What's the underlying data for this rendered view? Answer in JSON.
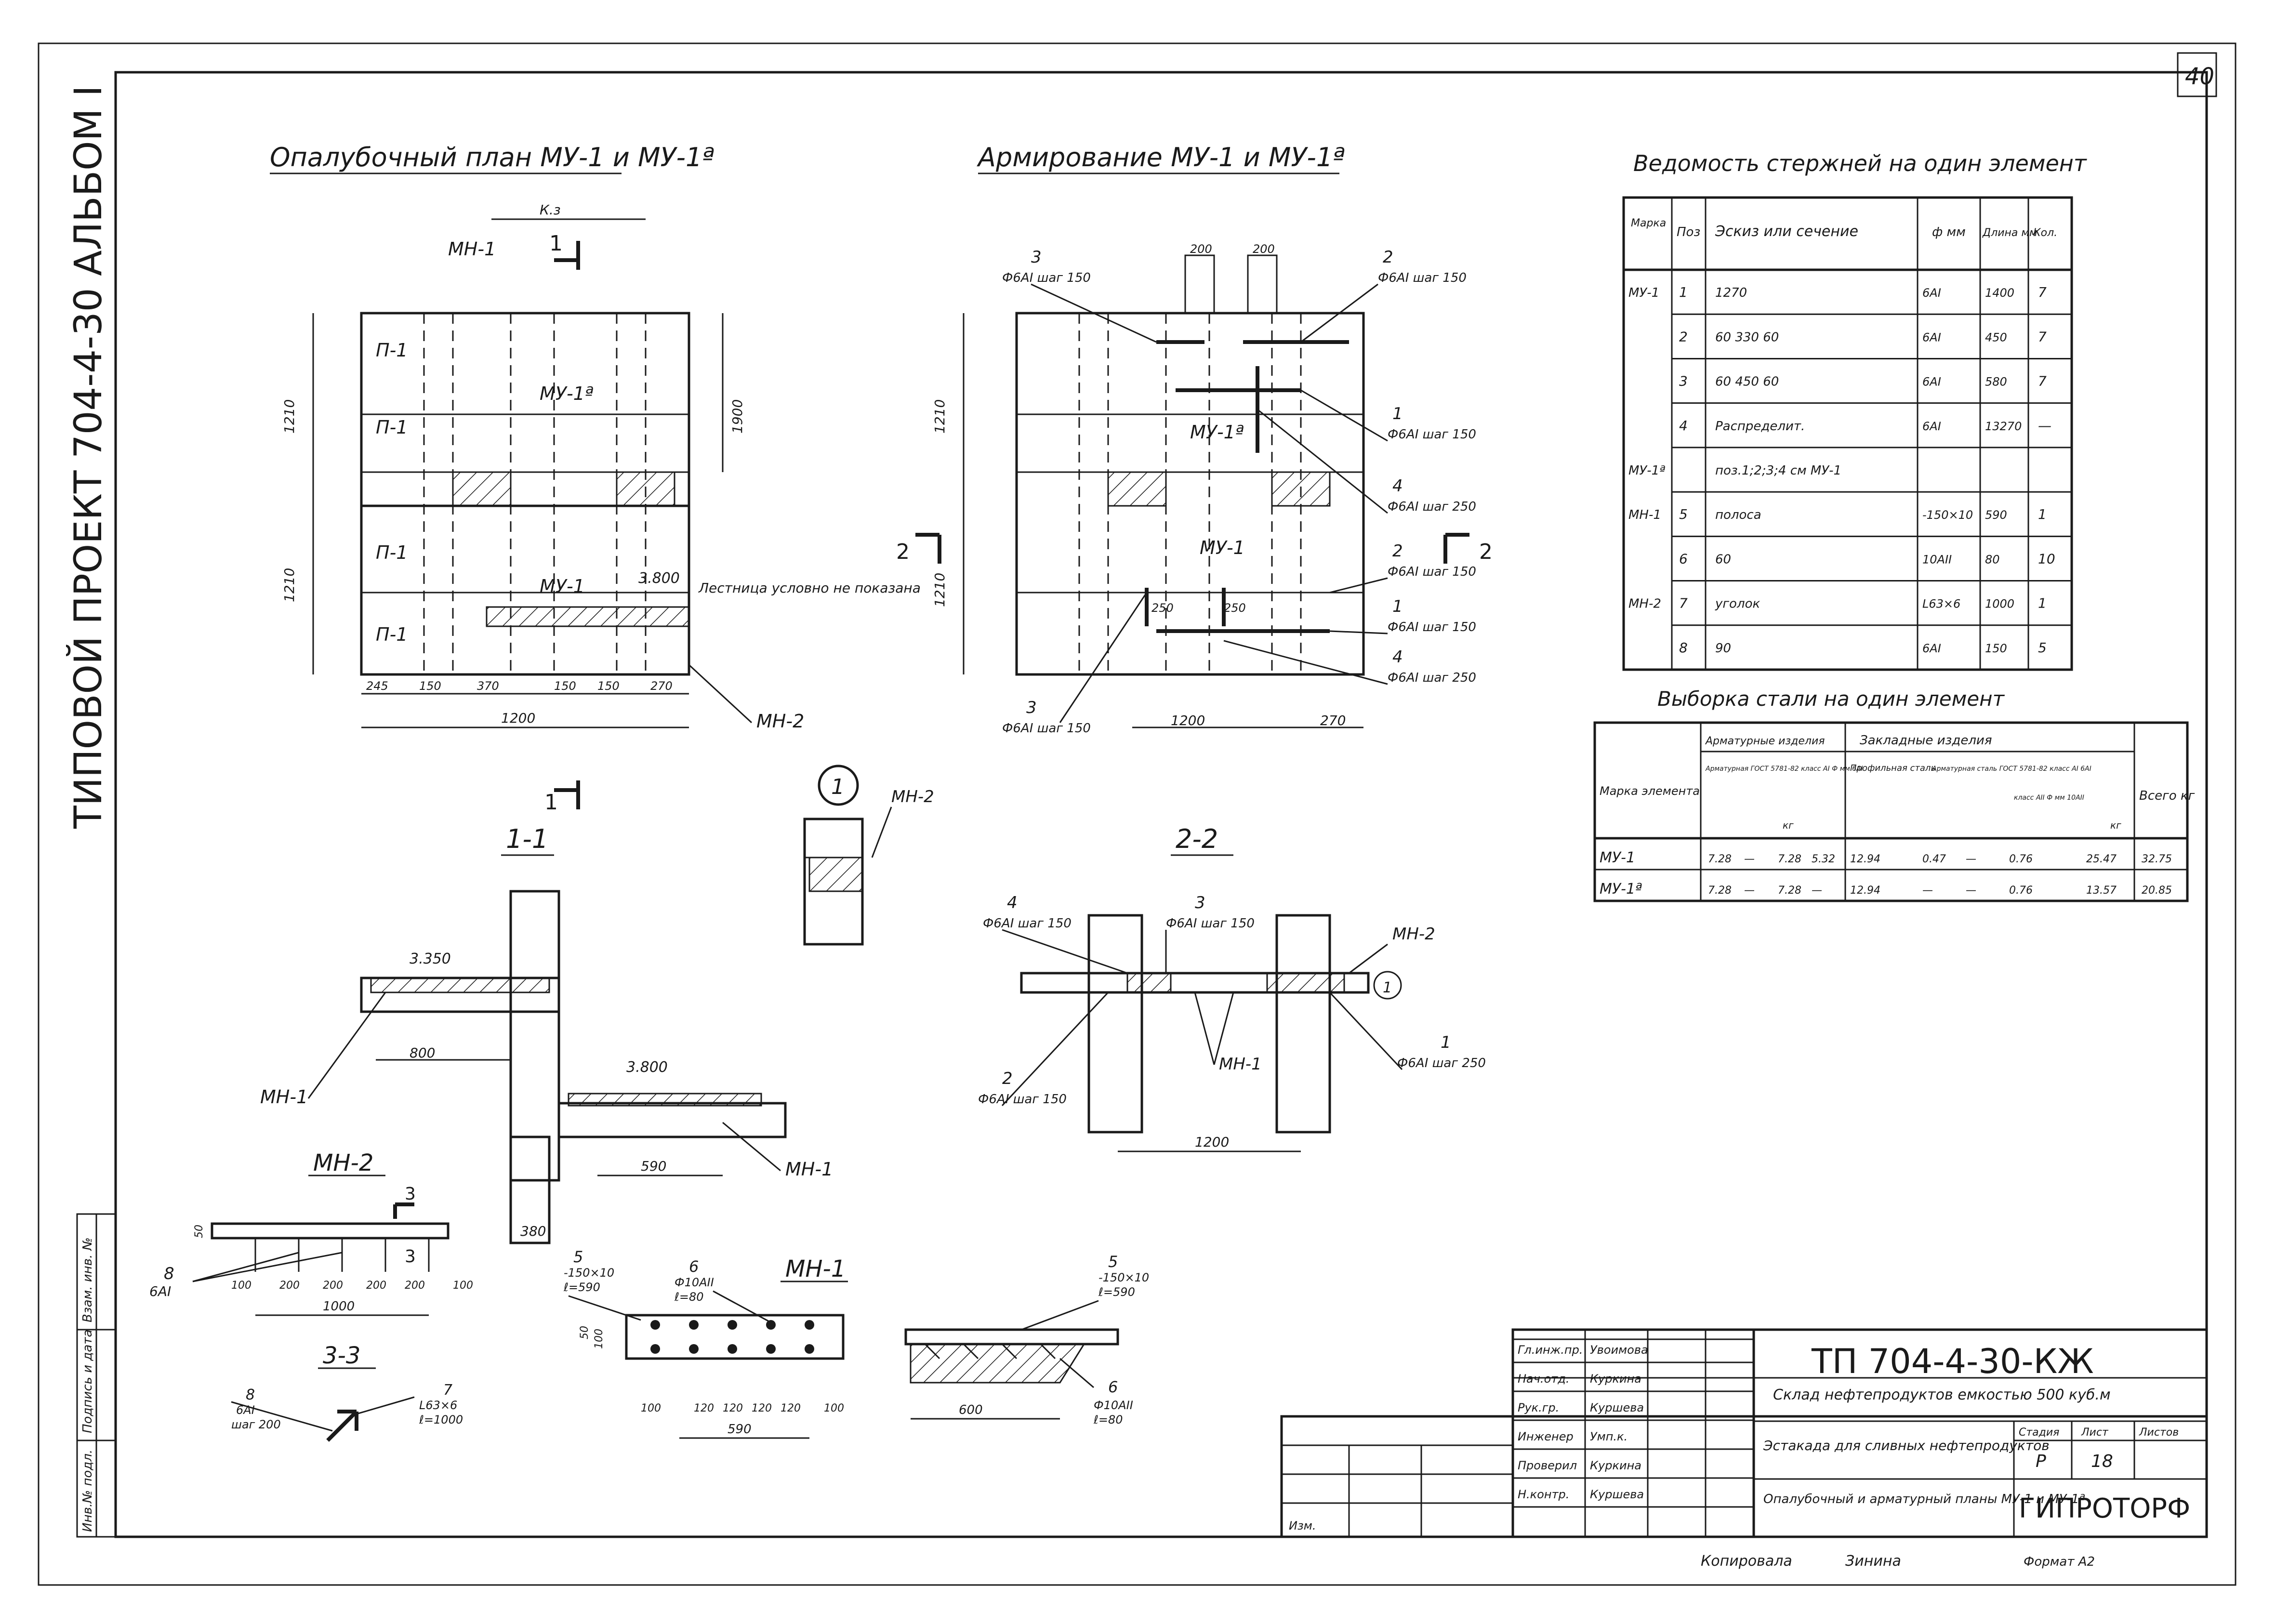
{
  "page_number": "40",
  "side_label": "ТИПОВОЙ ПРОЕКТ 704-4-30 АЛЬБОМ I",
  "side_stamp": [
    "Инв.№ подл.",
    "Подпись и дата",
    "Взам. инв. №"
  ],
  "views": {
    "formwork": {
      "title": "Опалубочный план МУ-1 и МУ-1ª",
      "labels": [
        "МН-1",
        "П-1",
        "П-1",
        "П-1",
        "П-1",
        "МУ-1ª",
        "МУ-1",
        "3.800",
        "Лестница условно не показана",
        "МН-2",
        "1",
        "1",
        "1210",
        "1210",
        "1900"
      ],
      "dims": [
        "245",
        "150",
        "370",
        "150",
        "150",
        "270",
        "1200",
        "К.з"
      ]
    },
    "rebar": {
      "title": "Армирование МУ-1 и МУ-1ª",
      "labels": [
        "3",
        "Ф6АI шаг 150",
        "2",
        "Ф6АI шаг 150",
        "1",
        "Ф6АI шаг 150",
        "4",
        "Ф6АI шаг 250",
        "2",
        "Ф6АI шаг 150",
        "1",
        "Ф6АI шаг 150",
        "4",
        "Ф6АI шаг 250",
        "3",
        "Ф6АI шаг 150",
        "МУ-1ª",
        "МУ-1",
        "2",
        "2"
      ],
      "dims": [
        "200",
        "200",
        "250",
        "250",
        "1200",
        "270",
        "1210",
        "1210"
      ]
    },
    "section_1_1": {
      "title": "1-1",
      "labels": [
        "3.350",
        "3.800",
        "МН-1",
        "МН-1"
      ],
      "dims": [
        "800",
        "590",
        "380"
      ]
    },
    "node_1": {
      "title": "1",
      "labels": [
        "МН-2"
      ]
    },
    "section_2_2": {
      "title": "2-2",
      "labels": [
        "4",
        "Ф6АI шаг 150",
        "3",
        "Ф6АI шаг 150",
        "МН-2",
        "2",
        "Ф6АI шаг 150",
        "МН-1",
        "1",
        "Ф6АI шаг 250",
        "1"
      ],
      "dims": [
        "1200"
      ]
    },
    "mn2": {
      "title": "МН-2",
      "labels": [
        "8",
        "6АI",
        "3",
        "3"
      ],
      "dims": [
        "100",
        "200",
        "200",
        "200",
        "200",
        "100",
        "1000",
        "50"
      ]
    },
    "mn1": {
      "title": "МН-1",
      "labels": [
        "5",
        "-150×10",
        "ℓ=590",
        "6",
        "Ф10АII",
        "ℓ=80"
      ],
      "dims": [
        "100",
        "120",
        "120",
        "120",
        "120",
        "100",
        "590",
        "50",
        "100"
      ]
    },
    "mn1_side": {
      "labels": [
        "5",
        "-150×10",
        "ℓ=590",
        "6",
        "Ф10АII",
        "ℓ=80"
      ],
      "dims": [
        "600"
      ]
    },
    "section_3_3": {
      "title": "3-3",
      "labels": [
        "8",
        "6АI",
        "шаг 200",
        "7",
        "L63×6",
        "ℓ=1000"
      ]
    }
  },
  "bars_table": {
    "title": "Ведомость стержней на один элемент",
    "headers": [
      "Марка",
      "Поз",
      "Эскиз или сечение",
      "ф мм",
      "Длина мм",
      "Кол."
    ],
    "rows": [
      [
        "МУ-1",
        "1",
        "1270",
        "6АI",
        "1400",
        "7"
      ],
      [
        "",
        "2",
        "60 330 60",
        "6АI",
        "450",
        "7"
      ],
      [
        "",
        "3",
        "60 450 60",
        "6АI",
        "580",
        "7"
      ],
      [
        "",
        "4",
        "Распределит.",
        "6АI",
        "13270",
        "—"
      ],
      [
        "МУ-1ª",
        "",
        "поз.1;2;3;4 см МУ-1",
        "",
        "",
        ""
      ],
      [
        "МН-1",
        "5",
        "полоса",
        "-150×10",
        "590",
        "1"
      ],
      [
        "",
        "6",
        "60",
        "10АII",
        "80",
        "10"
      ],
      [
        "МН-2",
        "7",
        "уголок",
        "L63×6",
        "1000",
        "1"
      ],
      [
        "",
        "8",
        "90",
        "6АI",
        "150",
        "5"
      ]
    ]
  },
  "steel_table": {
    "title": "Выборка стали на один элемент",
    "headers": [
      "Марка элемента",
      "Арматурные изделия",
      "Закладные изделия",
      "Всего кг"
    ],
    "subheaders": [
      "Арматурная ГОСТ 5781-82 класс АI Ф мм 6АI",
      "кг",
      "Профильная сталь",
      "Арматурная сталь ГОСТ 5781-82 класс АI 6АI",
      "класс АII Ф мм 10АII",
      "кг"
    ],
    "rows": [
      [
        "МУ-1",
        "7.28",
        "—",
        "7.28",
        "5.32",
        "12.94",
        "0.47",
        "—",
        "0.76",
        "25.47",
        "32.75"
      ],
      [
        "МУ-1ª",
        "7.28",
        "—",
        "7.28",
        "—",
        "12.94",
        "—",
        "—",
        "0.76",
        "13.57",
        "20.85"
      ]
    ]
  },
  "title_block": {
    "project_code": "ТП 704-4-30-КЖ",
    "project_title": "Склад нефтепродуктов емкостью 500 куб.м",
    "sheet_title": "Эстакада для сливных нефтепродуктов",
    "drawing_title": "Опалубочный и арматурный планы МУ-1 и МУ-1ª",
    "stage_label": "Стадия",
    "stage": "Р",
    "sheet_label": "Лист",
    "sheet": "18",
    "sheets_label": "Листов",
    "org": "ГИПРОТОРФ",
    "roles": [
      "Гл.инж.пр.",
      "Нач.отд.",
      "Рук.гр.",
      "Инженер",
      "Проверил",
      "Н.контр."
    ],
    "names": [
      "Увоимова",
      "Куркина",
      "Куршева",
      "Умп.к.",
      "Куркина",
      "Куршева"
    ],
    "approved_label": "Изм.",
    "copied_label": "Копировала",
    "copier": "Зинина",
    "format_label": "Формат А2"
  }
}
